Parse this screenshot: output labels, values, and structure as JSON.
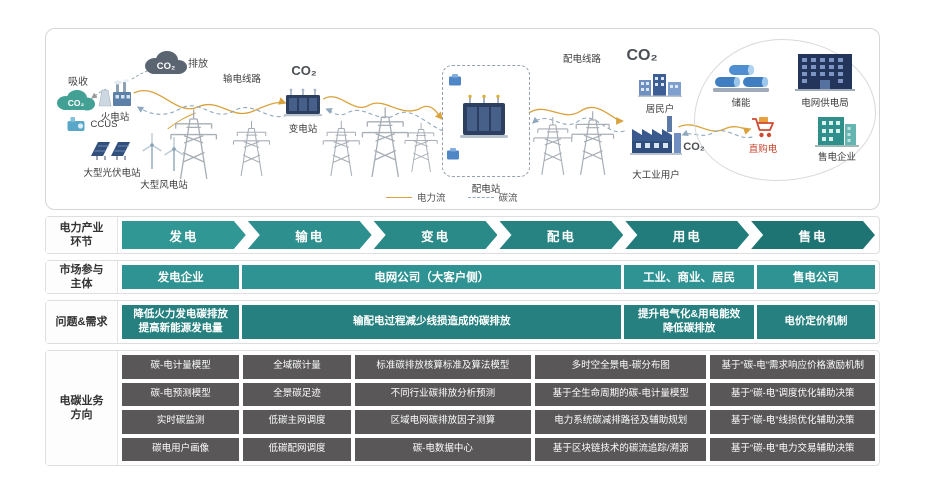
{
  "colors": {
    "teal_arrow": "#2E8F8E",
    "teal_participant_box": "#2E9392",
    "teal_needs_box": "#25807F",
    "gray_business_box": "#595757",
    "power_flow_line": "#D9A23C",
    "carbon_flow_line": "#8FA8BD"
  },
  "diagram": {
    "co2": "CO₂",
    "absorb_label": "吸收",
    "emit_label": "排放",
    "nodes": {
      "thermal": "火电站",
      "ccus": "CCUS",
      "solar": "大型光伏电站",
      "wind": "大型风电站",
      "transmission_lines": "输电线路",
      "substation": "变电站",
      "distribution_station": "配电站",
      "distribution_lines": "配电线路",
      "residents": "居民户",
      "industrial_users": "大工业用户",
      "energy_storage": "储能",
      "grid_power_bureau": "电网供电局",
      "direct_purchase": "直购电",
      "retail_company": "售电企业"
    },
    "legend": {
      "power_flow": "电力流",
      "carbon_flow": "碳流"
    }
  },
  "sections": {
    "chain": {
      "label": {
        "line1": "电力产业",
        "line2": "环节"
      },
      "stages": [
        "发电",
        "输电",
        "变电",
        "配电",
        "用电",
        "售电"
      ]
    },
    "participants": {
      "label": {
        "line1": "市场参与",
        "line2": "主体"
      },
      "items": [
        "发电企业",
        "电网公司（大客户侧）",
        "工业、商业、居民",
        "售电公司"
      ]
    },
    "needs": {
      "label": {
        "line1": "问题&需求",
        "line2": ""
      },
      "items": [
        {
          "line1": "降低火力发电碳排放",
          "line2": "提高新能源发电量"
        },
        {
          "line1": "输配电过程减少线损造成的碳排放",
          "line2": ""
        },
        {
          "line1": "提升电气化&用电能效",
          "line2": "降低碳排放"
        },
        {
          "line1": "电价定价机制",
          "line2": ""
        }
      ]
    },
    "business": {
      "label": {
        "line1": "电碳业务",
        "line2": "方向"
      },
      "grid": [
        [
          "碳-电计量模型",
          "全域碳计量",
          "标准碳排放核算标准及算法模型",
          "多时空全景电-碳分布图",
          "基于“碳-电”需求响应价格激励机制"
        ],
        [
          "碳-电预测模型",
          "全景碳足迹",
          "不同行业碳排放分析预测",
          "基于全生命周期的碳-电计量模型",
          "基于“碳-电”调度优化辅助决策"
        ],
        [
          "实时碳监测",
          "低碳主网调度",
          "区域电网碳排放因子测算",
          "电力系统碳减排路径及辅助规划",
          "基于“碳-电”线损优化辅助决策"
        ],
        [
          "碳电用户画像",
          "低碳配网调度",
          "碳-电数据中心",
          "基于区块链技术的碳流追踪/溯源",
          "基于“碳-电”电力交易辅助决策"
        ]
      ]
    }
  }
}
